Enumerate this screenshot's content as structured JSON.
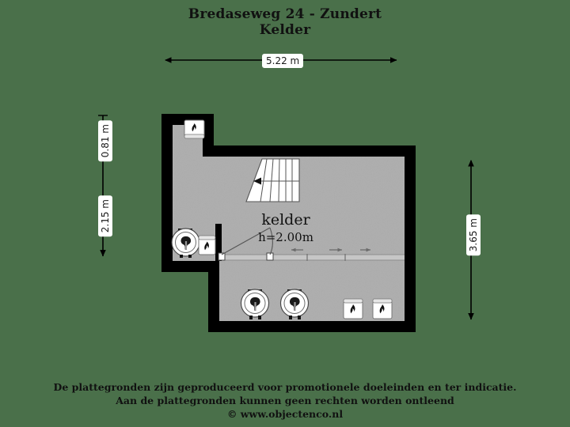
{
  "document": {
    "title_line1": "Bredaseweg 24 - Zundert",
    "title_line2": "Kelder"
  },
  "colors": {
    "background": "#4a704a",
    "wall": "#000000",
    "floor": "#a8a8a8",
    "text": "#111111",
    "chip_background": "#ffffff",
    "fixture_fill": "#ffffff",
    "stairs_fill": "#ffffff"
  },
  "dimensions": {
    "top": {
      "label": "5.22 m",
      "orientation": "horizontal"
    },
    "left_upper": {
      "label": "0.81 m",
      "orientation": "vertical"
    },
    "left_lower": {
      "label": "2.15 m",
      "orientation": "vertical"
    },
    "right": {
      "label": "3.65 m",
      "orientation": "vertical"
    }
  },
  "plan": {
    "room_label": "kelder",
    "room_height_label": "h=2.00m",
    "fixtures": [
      {
        "name": "boiler-top-alcove",
        "icon": "flame-icon",
        "type": "flame-box"
      },
      {
        "name": "washer-left",
        "icon": "washer-icon",
        "type": "circle-appliance"
      },
      {
        "name": "boiler-left",
        "icon": "flame-icon",
        "type": "flame-box"
      },
      {
        "name": "washer-bottom-1",
        "icon": "washer-icon",
        "type": "circle-appliance"
      },
      {
        "name": "washer-bottom-2",
        "icon": "washer-icon",
        "type": "circle-appliance"
      },
      {
        "name": "boiler-bottom-1",
        "icon": "flame-icon",
        "type": "flame-box"
      },
      {
        "name": "boiler-bottom-2",
        "icon": "flame-icon",
        "type": "flame-box"
      }
    ],
    "stairs": {
      "name": "staircase",
      "treads": 6,
      "direction": "left"
    },
    "door": {
      "name": "door-swing",
      "type": "swing-arc"
    }
  },
  "footer": {
    "line1": "De plattegronden zijn geproduceerd voor promotionele doeleinden en ter indicatie.",
    "line2": "Aan de plattegronden kunnen geen rechten worden ontleend",
    "line3": "© www.objectenco.nl"
  }
}
